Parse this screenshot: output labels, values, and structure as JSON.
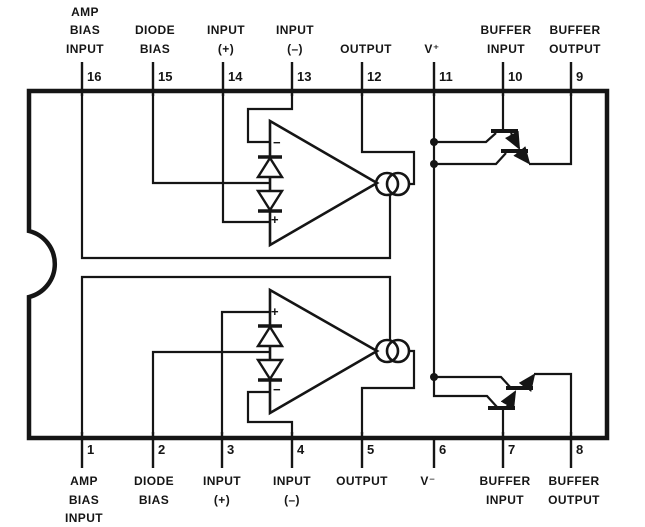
{
  "diagram": {
    "top_pins": [
      {
        "number": "16",
        "label_lines": [
          "AMP",
          "BIAS",
          "INPUT"
        ]
      },
      {
        "number": "15",
        "label_lines": [
          "DIODE",
          "BIAS"
        ]
      },
      {
        "number": "14",
        "label_lines": [
          "INPUT",
          "(+)"
        ]
      },
      {
        "number": "13",
        "label_lines": [
          "INPUT",
          "(–)"
        ]
      },
      {
        "number": "12",
        "label_lines": [
          "OUTPUT"
        ]
      },
      {
        "number": "11",
        "label_lines": [
          "V⁺"
        ]
      },
      {
        "number": "10",
        "label_lines": [
          "BUFFER",
          "INPUT"
        ]
      },
      {
        "number": "9",
        "label_lines": [
          "BUFFER",
          "OUTPUT"
        ]
      }
    ],
    "bottom_pins": [
      {
        "number": "1",
        "label_lines": [
          "AMP",
          "BIAS",
          "INPUT"
        ]
      },
      {
        "number": "2",
        "label_lines": [
          "DIODE",
          "BIAS"
        ]
      },
      {
        "number": "3",
        "label_lines": [
          "INPUT",
          "(+)"
        ]
      },
      {
        "number": "4",
        "label_lines": [
          "INPUT",
          "(–)"
        ]
      },
      {
        "number": "5",
        "label_lines": [
          "OUTPUT"
        ]
      },
      {
        "number": "6",
        "label_lines": [
          "V⁻"
        ]
      },
      {
        "number": "7",
        "label_lines": [
          "BUFFER",
          "INPUT"
        ]
      },
      {
        "number": "8",
        "label_lines": [
          "BUFFER",
          "OUTPUT"
        ]
      }
    ],
    "amp_top": {
      "inverting_label": "−",
      "noninverting_label": "+"
    },
    "amp_bottom": {
      "inverting_label": "−",
      "noninverting_label": "+"
    },
    "colors": {
      "line": "#151515",
      "background": "#ffffff"
    }
  }
}
